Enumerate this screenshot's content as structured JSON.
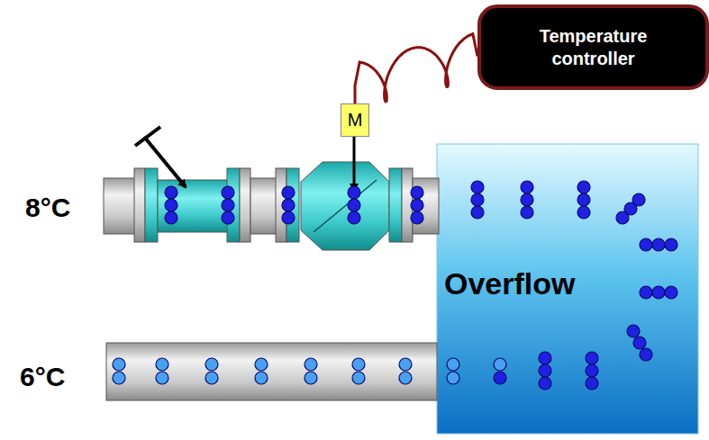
{
  "diagram": {
    "nodes": [
      {
        "text": [
          "Temperature controller"
        ]
      },
      {
        "text": [
          "M"
        ]
      },
      {
        "text": [
          "Overflow"
        ]
      }
    ],
    "edges": [
      {
        "from": 0,
        "to": 1,
        "arrow": "none"
      }
    ],
    "labels": [
      "8°C",
      "6°C"
    ]
  }
}
